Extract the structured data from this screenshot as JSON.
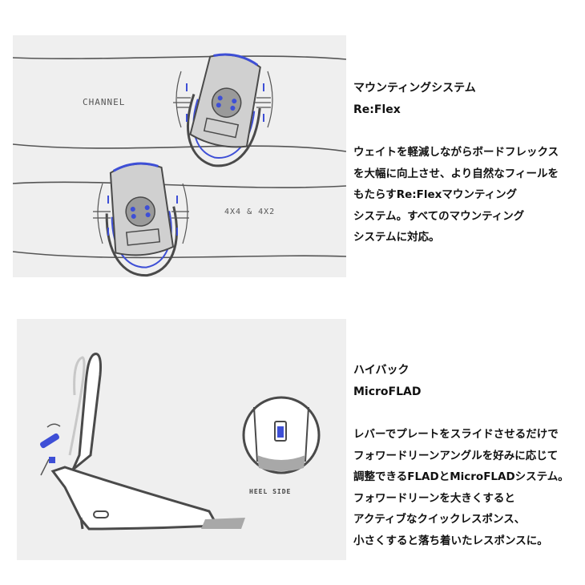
{
  "reflex": {
    "diagram_labels": {
      "channel": "CHANNEL",
      "fourx": "4X4 & 4X2"
    },
    "title": "マウンティングシステム",
    "subtitle": "Re:Flex",
    "body_lines": [
      "ウェイトを軽減しながらボードフレックス",
      "を大幅に向上させ、より自然なフィールを",
      "もたらすRe:Flexマウンティング",
      "システム。すべてのマウンティング",
      "システムに対応。"
    ]
  },
  "highback": {
    "diagram_labels": {
      "heel_side": "HEEL SIDE"
    },
    "title": "ハイバック",
    "subtitle": "MicroFLAD",
    "body_lines": [
      "レバーでプレートをスライドさせるだけで",
      "フォワードリーンアングルを好みに応じて",
      "調整できるFLADとMicroFLADシステム。",
      "フォワードリーンを大きくすると",
      "アクティブなクイックレスポンス、",
      "小さくすると落ち着いたレスポンスに。"
    ]
  },
  "colors": {
    "accent_blue": "#3e4fd6",
    "outline": "#4a4a4a",
    "panel_bg": "#efefef"
  }
}
